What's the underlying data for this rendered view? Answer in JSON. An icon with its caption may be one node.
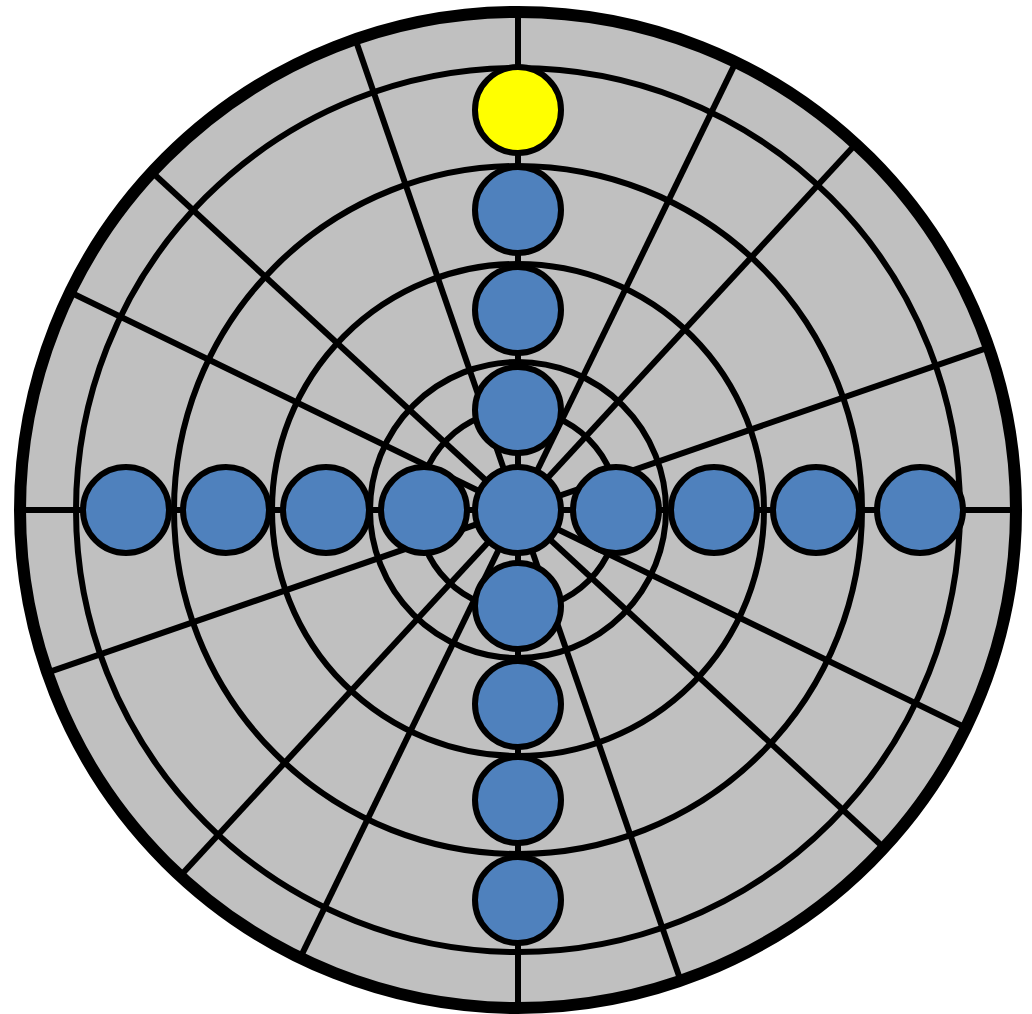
{
  "diagram": {
    "nodes": [
      {
        "text": [],
        "shape": "circle"
      },
      {
        "text": [],
        "shape": "circle"
      },
      {
        "text": [],
        "shape": "circle"
      },
      {
        "text": [],
        "shape": "circle"
      },
      {
        "text": [],
        "shape": "circle"
      },
      {
        "text": [],
        "shape": "circle"
      },
      {
        "text": [],
        "shape": "circle"
      },
      {
        "text": [],
        "shape": "circle"
      },
      {
        "text": [],
        "shape": "circle"
      },
      {
        "text": [],
        "shape": "circle"
      },
      {
        "text": [],
        "shape": "circle"
      },
      {
        "text": [],
        "shape": "circle"
      },
      {
        "text": [],
        "shape": "circle"
      },
      {
        "text": [],
        "shape": "circle"
      },
      {
        "text": [],
        "shape": "circle"
      },
      {
        "text": [],
        "shape": "circle"
      },
      {
        "text": [],
        "shape": "circle"
      }
    ]
  }
}
